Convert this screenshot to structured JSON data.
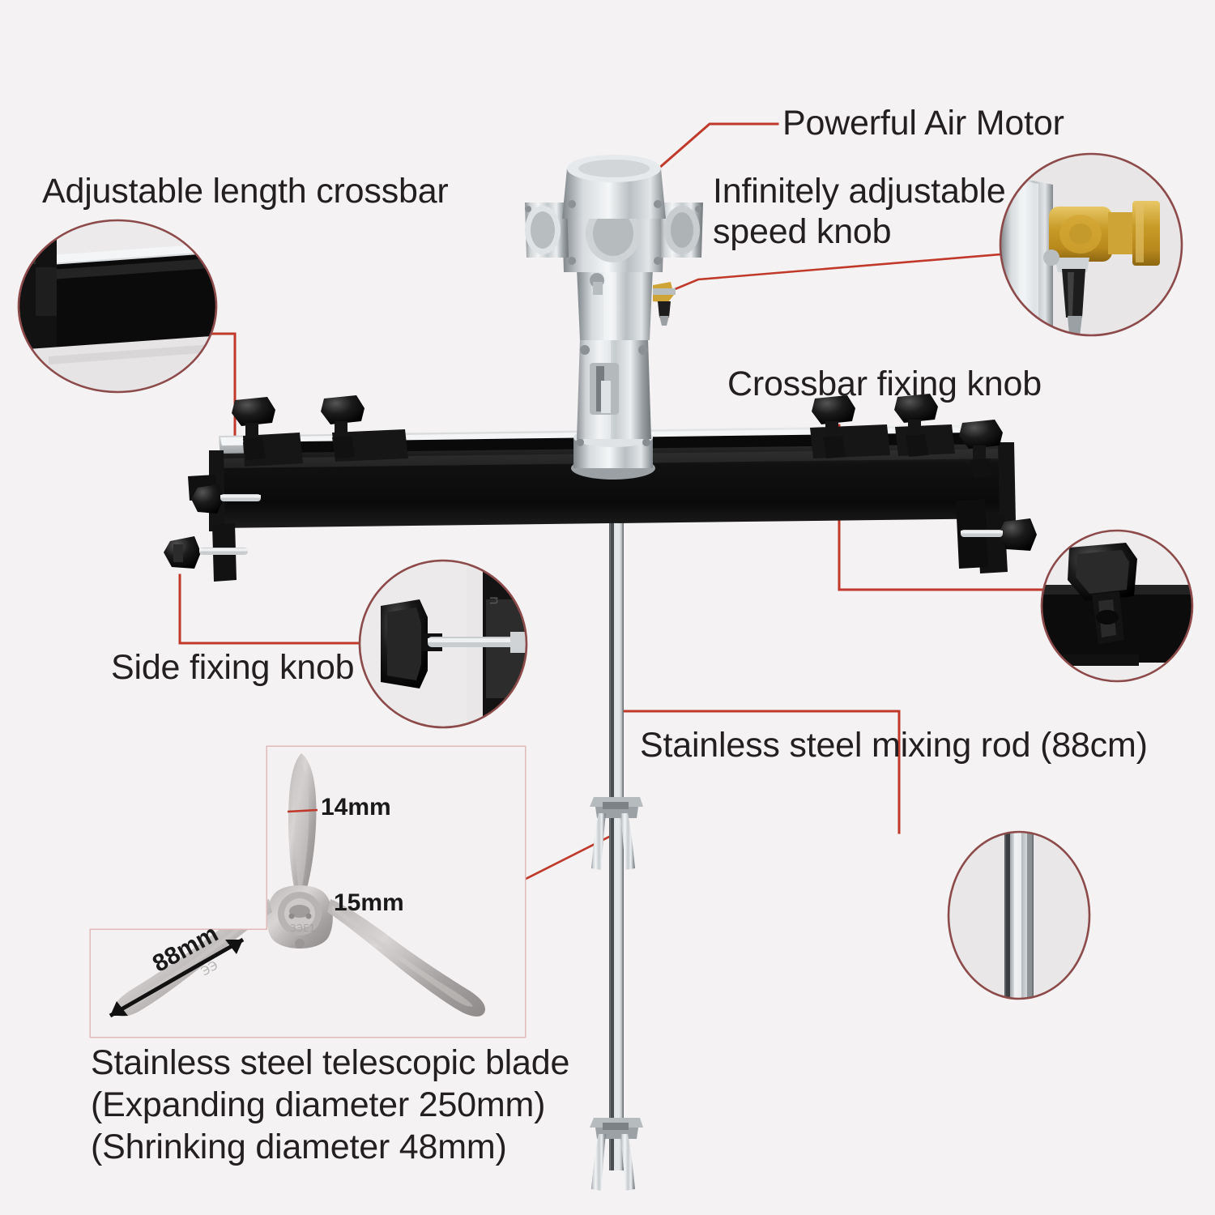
{
  "page": {
    "background_color": "#f4f2f2",
    "leader_color": "#c0392b",
    "callout_border_color": "#8d4a4a",
    "text_color": "#231f20"
  },
  "labels": {
    "adjustable_crossbar": "Adjustable length crossbar",
    "powerful_air_motor": "Powerful Air Motor",
    "speed_knob_line1": "Infinitely adjustable",
    "speed_knob_line2": "speed knob",
    "crossbar_fixing_knob": "Crossbar fixing knob",
    "side_fixing_knob": "Side fixing knob",
    "mixing_rod": "Stainless steel mixing rod (88cm)",
    "blade_line1": "Stainless steel telescopic blade",
    "blade_line2": "(Expanding diameter 250mm)",
    "blade_line3": "(Shrinking diameter 48mm)"
  },
  "dimensions": {
    "blade_width": "14mm",
    "hub_size": "15mm",
    "blade_length": "88mm"
  },
  "callouts": [
    {
      "name": "adjustable-length-crossbar-detail",
      "shape": "ellipse"
    },
    {
      "name": "speed-knob-detail",
      "shape": "circle"
    },
    {
      "name": "side-fixing-knob-detail",
      "shape": "circle"
    },
    {
      "name": "crossbar-fixing-knob-detail",
      "shape": "circle"
    },
    {
      "name": "mixing-rod-detail",
      "shape": "ellipse"
    },
    {
      "name": "telescopic-blade-detail",
      "shape": "notched-rectangle"
    }
  ],
  "product": {
    "air_motor": "pneumatic air motor head",
    "crossbar": "black adjustable crossbar beam",
    "mixing_rod": "stainless steel mixing rod",
    "knob_count_left": 2,
    "knob_count_right": 3
  }
}
